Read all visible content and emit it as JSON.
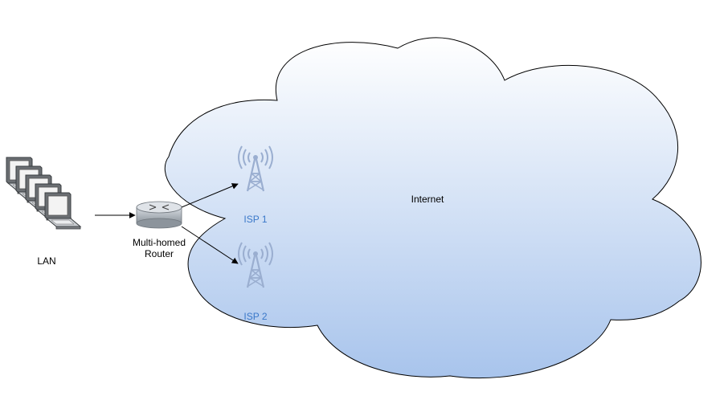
{
  "labels": {
    "internet": "Internet",
    "lan": "LAN",
    "router": "Multi-homed\nRouter",
    "isp1": "ISP 1",
    "isp2": "ISP 2"
  },
  "colors": {
    "cloud_top": "#ffffff",
    "cloud_bottom": "#a8c4ec",
    "isp_text": "#3a78c9",
    "tower": "#9aaed0",
    "stroke": "#000000"
  },
  "icons": {
    "lan": "laptop-stack-icon",
    "router": "router-icon",
    "isp": "radio-tower-icon"
  }
}
